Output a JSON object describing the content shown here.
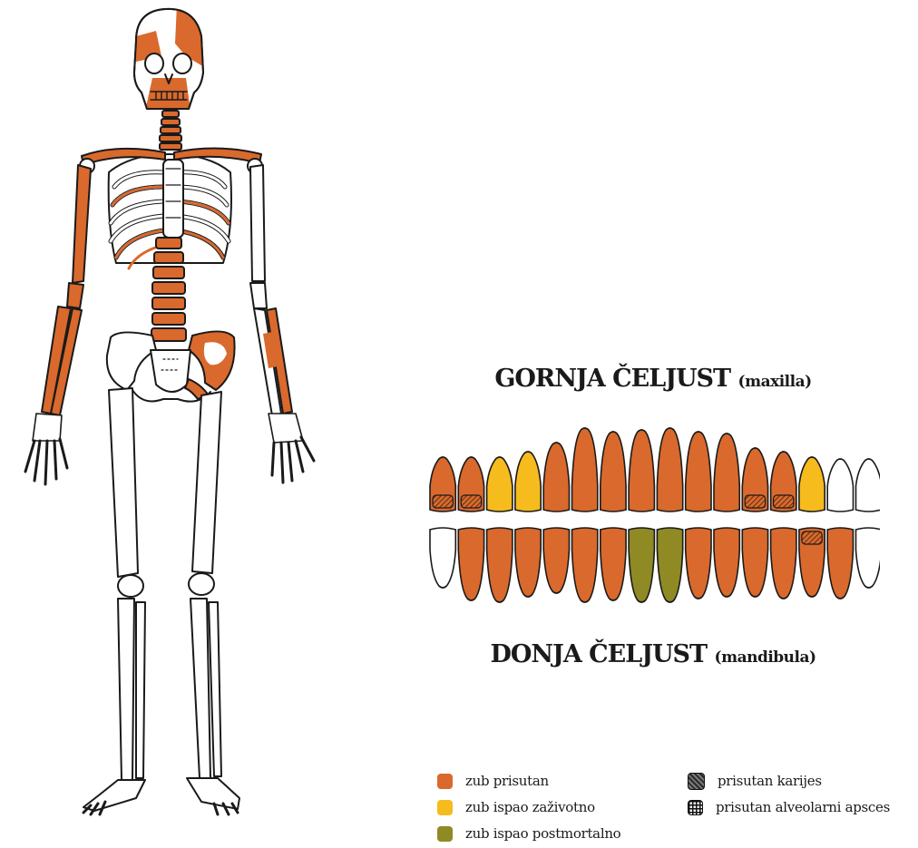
{
  "colors": {
    "present": "#d9692c",
    "lost_antemortem": "#f6bb1c",
    "lost_postmortem": "#8f8a23",
    "absent": "#ffffff",
    "outline": "#1a1a1a"
  },
  "upper_jaw": {
    "title": "GORNJA ČELJUST",
    "subtitle": "(maxilla)",
    "teeth": [
      "present-caries",
      "present-caries",
      "lost_antemortem",
      "lost_antemortem",
      "present",
      "present",
      "present",
      "present",
      "present",
      "present",
      "present",
      "present-caries",
      "present-caries",
      "lost_antemortem",
      "absent",
      "absent"
    ]
  },
  "lower_jaw": {
    "title": "DONJA ČELJUST",
    "subtitle": "(mandibula)",
    "teeth": [
      "absent",
      "present",
      "present",
      "present",
      "present",
      "present",
      "present",
      "lost_postmortem",
      "lost_postmortem",
      "present",
      "present",
      "present",
      "present",
      "present-caries",
      "present",
      "absent"
    ]
  },
  "legend": {
    "present": "zub prisutan",
    "lost_antemortem": "zub ispao zaživotno",
    "lost_postmortem": "zub ispao postmortalno",
    "caries": "prisutan karijes",
    "abscess": "prisutan alveolarni apsces"
  }
}
